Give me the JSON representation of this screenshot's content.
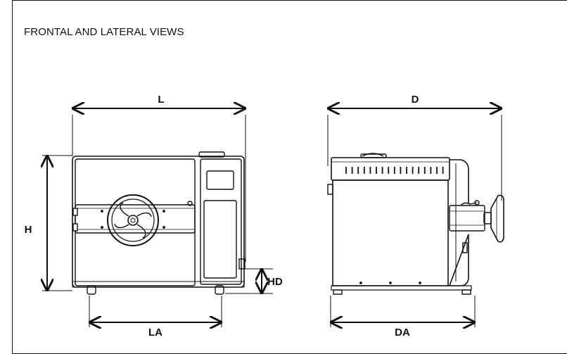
{
  "title": "FRONTAL AND LATERAL VIEWS",
  "dimensions": {
    "L": "L",
    "H": "H",
    "HD": "HD",
    "LA": "LA",
    "D": "D",
    "DA": "DA"
  }
}
